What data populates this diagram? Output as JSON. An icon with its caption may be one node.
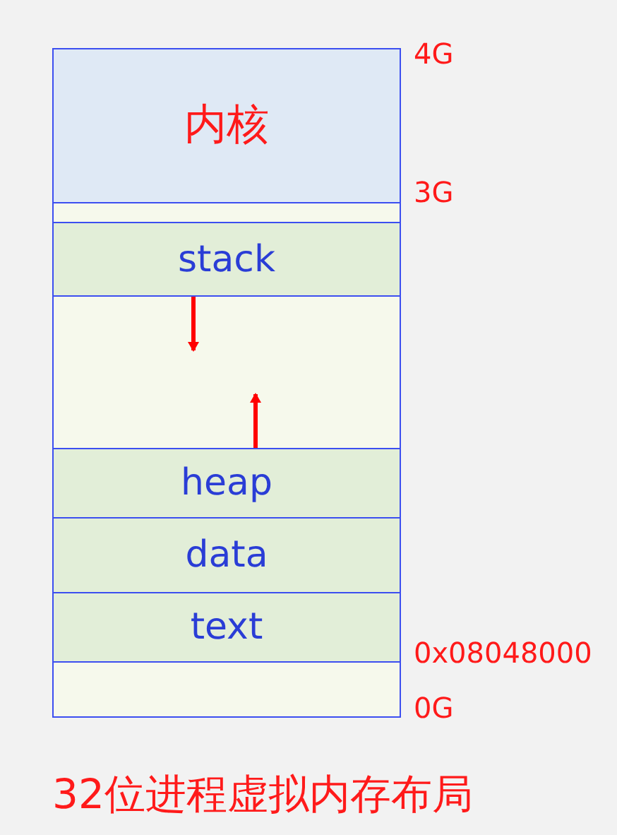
{
  "diagram": {
    "caption": "32位进程虚拟内存布局",
    "nodes": [
      {
        "text": [
          "内核"
        ]
      },
      {
        "text": [],
        "shape": "box"
      },
      {
        "text": [
          "stack"
        ]
      },
      {
        "text": [],
        "shape": "box"
      },
      {
        "text": [
          "heap"
        ]
      },
      {
        "text": [
          "data"
        ]
      },
      {
        "text": [
          "text"
        ]
      },
      {
        "text": [],
        "shape": "box"
      }
    ],
    "edges": [
      {
        "from": 2,
        "to": 3,
        "arrow": "to"
      },
      {
        "from": 4,
        "to": 3,
        "arrow": "to"
      }
    ],
    "labels": [
      "4G",
      "3G",
      "0x08048000",
      "0G"
    ]
  }
}
